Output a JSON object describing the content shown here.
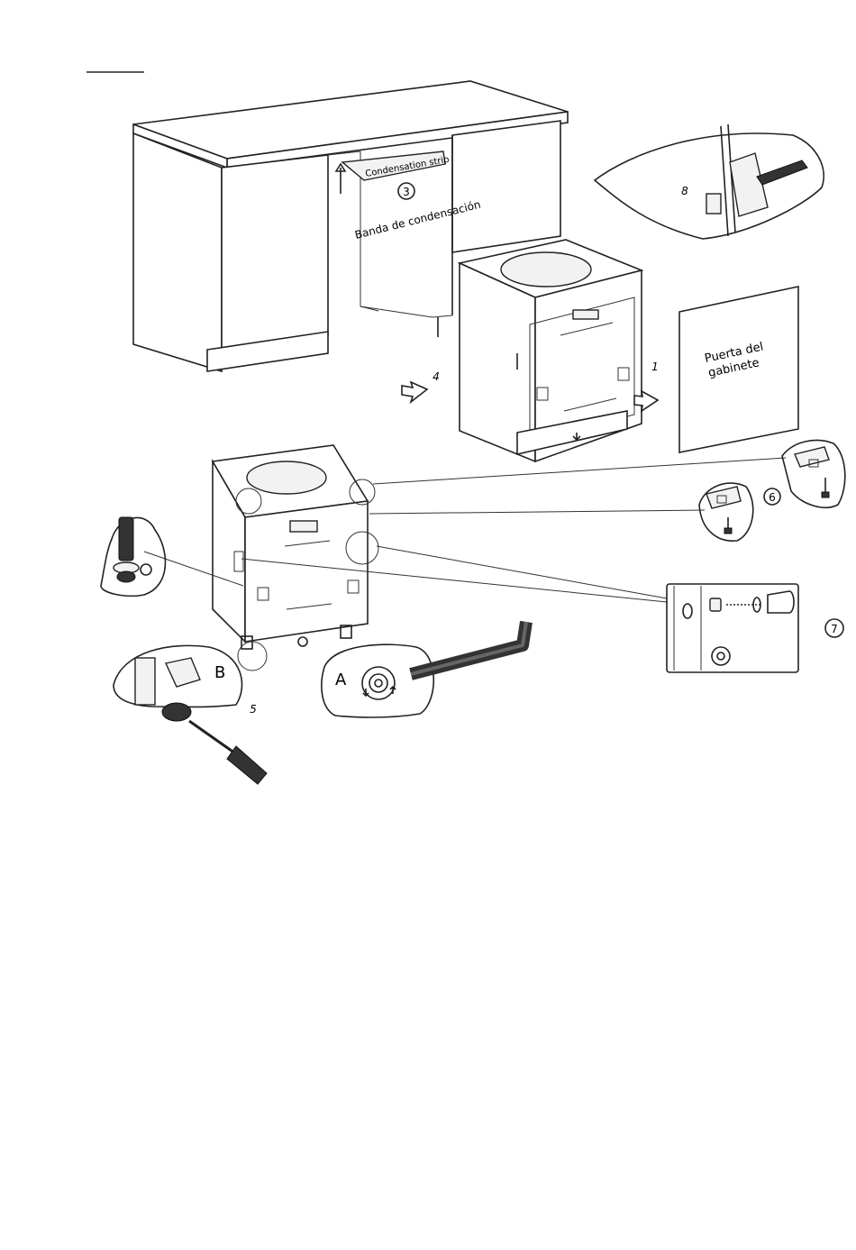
{
  "labels": {
    "condensation_strip_en": "Condensation strip",
    "condensation_strip_es": "Banda de  condensación",
    "cabinet_door": [
      "Puerta del",
      "gabinete"
    ],
    "letter_a": "A",
    "letter_b": "B"
  },
  "step_numbers": {
    "step_1": "1",
    "step_3": "3",
    "step_4": "4",
    "step_5": "5",
    "step_6": "6",
    "step_7": "7",
    "step_8": "8"
  },
  "colors": {
    "line": "#222222",
    "background": "#ffffff",
    "tool_dark": "#333333"
  }
}
